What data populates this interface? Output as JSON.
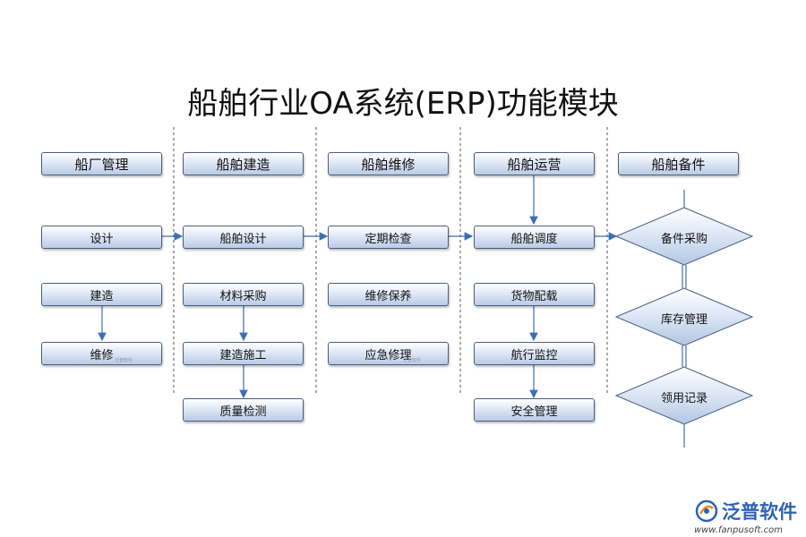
{
  "title": "船舶行业OA系统(ERP)功能模块",
  "columns": [
    {
      "header": "船厂管理",
      "items": [
        "设计",
        "建造",
        "维修"
      ]
    },
    {
      "header": "船舶建造",
      "items": [
        "船舶设计",
        "材料采购",
        "建造施工",
        "质量检测"
      ]
    },
    {
      "header": "船舶维修",
      "items": [
        "定期检查",
        "维修保养",
        "应急修理"
      ]
    },
    {
      "header": "船舶运营",
      "items": [
        "船舶调度",
        "货物配载",
        "航行监控",
        "安全管理"
      ]
    },
    {
      "header": "船舶备件",
      "items": [
        "备件采购",
        "库存管理",
        "领用记录"
      ]
    }
  ],
  "watermark": "泛普软件",
  "brand": {
    "name": "泛普软件",
    "url": "www.fanpusoft.com"
  },
  "colors": {
    "box_border": "#4a5f7f",
    "box_fill": "#b9cbe6",
    "line": "#3d6fb5",
    "divider": "#555555"
  }
}
